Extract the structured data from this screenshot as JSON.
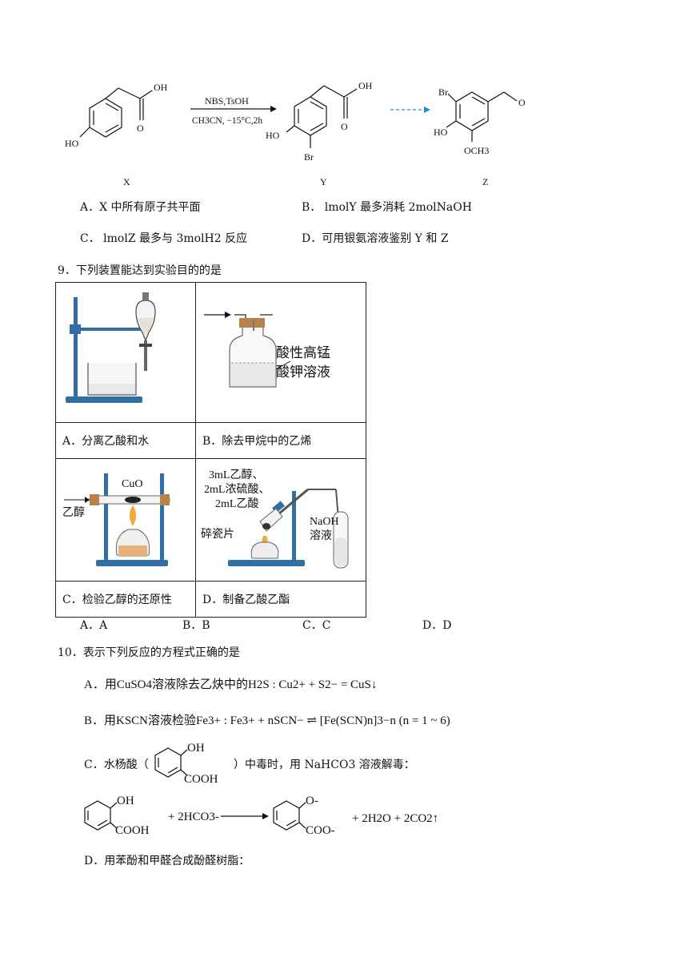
{
  "q8": {
    "reagent_top": "NBS,TsOH",
    "reagent_bottom": "CH3CN, −15°C,2h",
    "x_label": "X",
    "y_label": "Y",
    "z_label": "Z",
    "atoms": {
      "oh": "OH",
      "ho": "HO",
      "o": "O",
      "br": "Br",
      "och3": "OCH3"
    },
    "options": {
      "A": "A．X 中所有原子共平面",
      "B": "B． lmolY 最多消耗 2molNaOH",
      "C": "C． lmolZ 最多与 3molH2 反应",
      "D": "D．可用银氨溶液鉴别 Y 和 Z"
    }
  },
  "q9": {
    "stem": "9．下列装置能达到实验目的的是",
    "cells": {
      "A": "A．分离乙酸和水",
      "B": "B．除去甲烷中的乙烯",
      "C": "C．检验乙醇的还原性",
      "D": "D．制备乙酸乙酯"
    },
    "figB_label_1": "酸性高锰",
    "figB_label_2": "酸钾溶液",
    "figC_cuo": "CuO",
    "figC_ethanol": "乙醇",
    "figD_l1": "3mL乙醇、",
    "figD_l2": "2mL浓硫酸、",
    "figD_l3": "2mL乙酸",
    "figD_chip": "碎瓷片",
    "figD_naoh1": "NaOH",
    "figD_naoh2": "溶液",
    "choices": [
      "A．A",
      "B．B",
      "C．C",
      "D．D"
    ]
  },
  "q10": {
    "stem": "10．表示下列反应的方程式正确的是",
    "A": "A．用CuSO4溶液除去乙炔中的H2S : Cu2+ + S2− = CuS↓",
    "B": "B．用KSCN溶液检验Fe3+ : Fe3+ + nSCN− ⇌ [Fe(SCN)n]3−n (n = 1 ~ 6)",
    "C_pre": "C．水杨酸（",
    "C_post": "）中毒时，用 NaHCO3 溶液解毒：",
    "eq_plus": "+ 2HCO3-",
    "eq_products": "+ 2H2O + 2CO2↑",
    "oh": "OH",
    "cooh": "COOH",
    "o_minus": "O-",
    "coo_minus": "COO-",
    "D": "D．用苯酚和甲醛合成酚醛树脂："
  }
}
